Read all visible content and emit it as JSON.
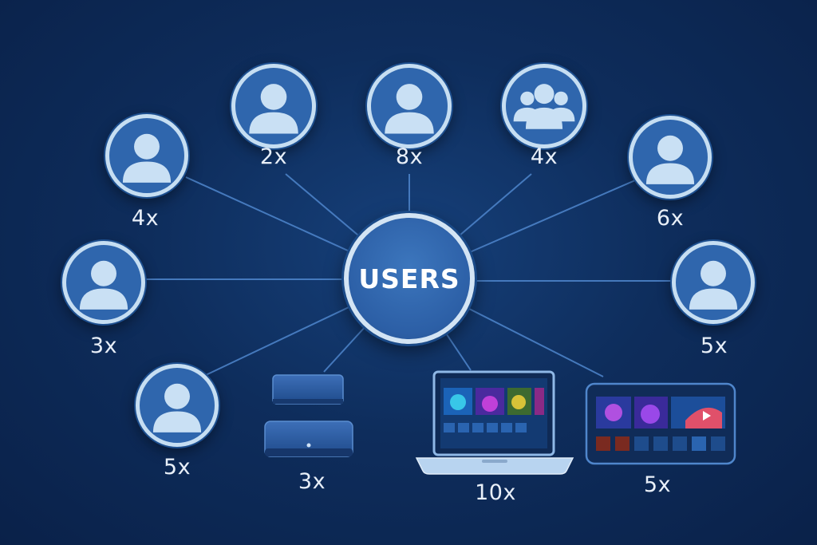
{
  "hub": {
    "label": "USERS"
  },
  "nodes": [
    {
      "id": "user-left-upper",
      "kind": "user",
      "count": "4x"
    },
    {
      "id": "user-top-left",
      "kind": "user",
      "count": "2x"
    },
    {
      "id": "user-top-center",
      "kind": "user",
      "count": "8x"
    },
    {
      "id": "group-top-right",
      "kind": "group",
      "count": "4x"
    },
    {
      "id": "user-right-upper",
      "kind": "user",
      "count": "6x"
    },
    {
      "id": "user-left-middle",
      "kind": "user",
      "count": "3x"
    },
    {
      "id": "user-right-middle",
      "kind": "user",
      "count": "5x"
    },
    {
      "id": "user-left-lower",
      "kind": "user",
      "count": "5x"
    },
    {
      "id": "set-top-box",
      "kind": "device",
      "count": "3x"
    },
    {
      "id": "laptop",
      "kind": "device",
      "count": "10x"
    },
    {
      "id": "tv-display",
      "kind": "device",
      "count": "5x"
    }
  ],
  "colors": {
    "background": "#0e2d5c",
    "node_fill": "#2f66ad",
    "node_ring": "#c6def2",
    "connector": "#4f86cc",
    "text": "#e8eff8"
  }
}
